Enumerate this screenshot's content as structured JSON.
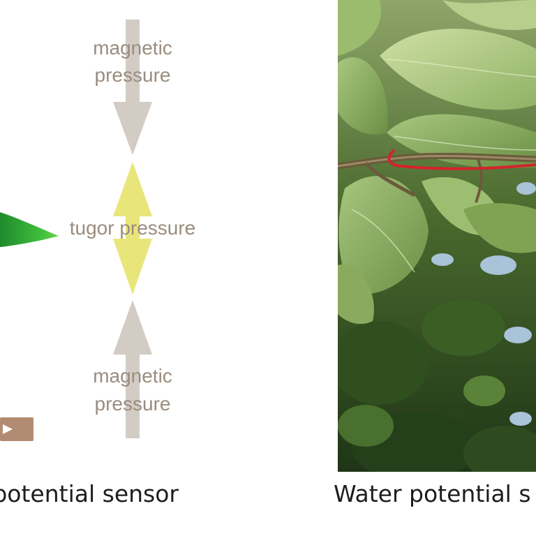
{
  "diagram": {
    "top_label_line1": "magnetic",
    "top_label_line2": "pressure",
    "center_label": "tugor pressure",
    "bottom_label_line1": "magnetic",
    "bottom_label_line2": "pressure"
  },
  "captions": {
    "left": "potential sensor",
    "right": "Water potential s"
  },
  "colors": {
    "magnetic_arrow": "#d3ccc4",
    "tugor_arrow": "#e8e67a",
    "leaf_green": "#2fa33a",
    "label_text": "#9a8c7e",
    "brown_bar": "#b28c72",
    "sensor_wire": "#d4232a"
  }
}
